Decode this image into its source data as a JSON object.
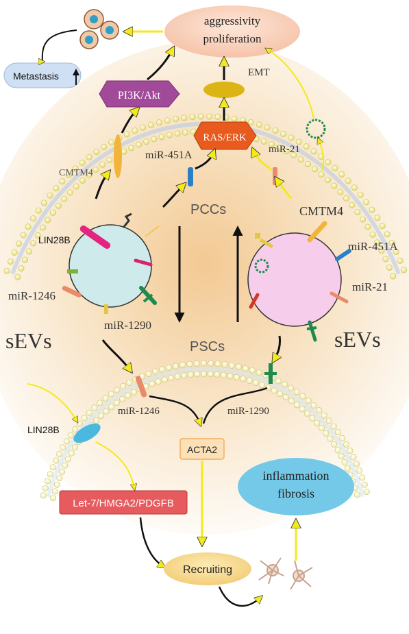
{
  "labels": {
    "aggressivity": "aggressivity",
    "proliferation": "proliferation",
    "metastasis": "Metastasis",
    "pi3k": "PI3K/Akt",
    "emt": "EMT",
    "ras_erk": "RAS/ERK",
    "mir451a_top": "miR-451A",
    "mir21_top": "miR-21",
    "cmtm4_left": "CMTM4",
    "pccs": "PCCs",
    "cmtm4_right": "CMTM4",
    "lin28b_top": "LIN28B",
    "mir451a_right": "miR-451A",
    "mir21_right": "miR-21",
    "mir1246_left": "miR-1246",
    "mir1290_left": "miR-1290",
    "sevs_left": "sEVs",
    "sevs_right": "sEVs",
    "pscs": "PSCs",
    "mir1246_bottom": "miR-1246",
    "mir1290_bottom": "miR-1290",
    "lin28b_bottom": "LIN28B",
    "acta2": "ACTA2",
    "let7": "Let-7/HMGA2/PDGFB",
    "inflammation": "inflammation",
    "fibrosis": "fibrosis",
    "recruiting": "Recruiting"
  },
  "colors": {
    "background_glow": "#f5d9ae",
    "top_ellipse": "#f8cdb6",
    "metastasis_box": "#cfe0f4",
    "pi3k_box": "#a24a9a",
    "ras_erk_box": "#e85a1e",
    "emt_ellipse": "#dcb515",
    "left_vesicle": "#cfeaea",
    "right_vesicle": "#f6cdeb",
    "membrane_bead": "#f2ee9a",
    "acta2_box": "#fce0b6",
    "let7_box": "#e65b5e",
    "inflammation_ellipse": "#74c8e8",
    "recruiting_ellipse": "#f8dc97",
    "arrow_yellow": "#f2ea1b",
    "arrow_black": "#111111"
  }
}
